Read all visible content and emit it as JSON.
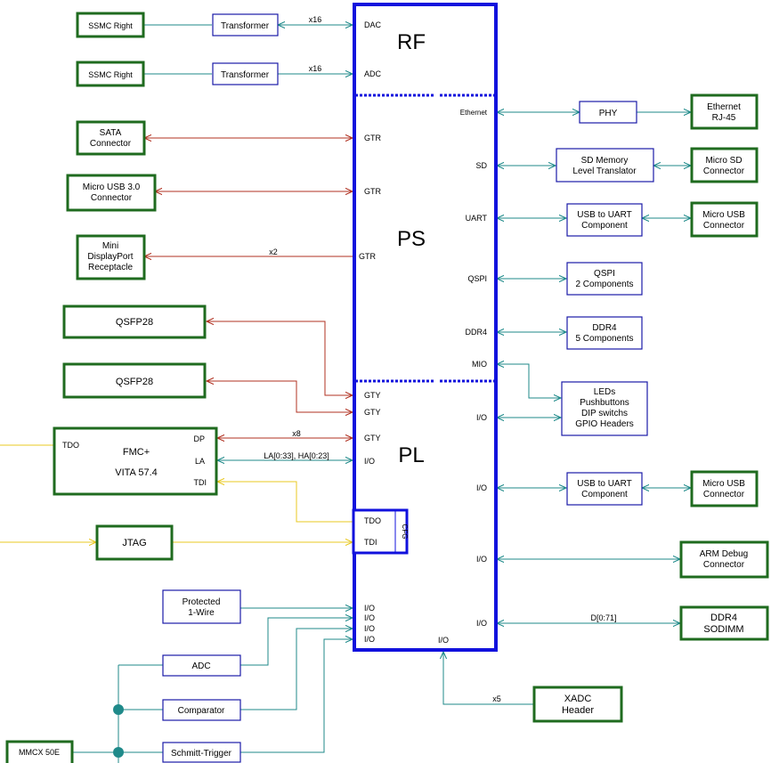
{
  "colors": {
    "teal": "#1f8a8a",
    "red": "#b03020",
    "yellow": "#e8c820",
    "green": "#1f6b1f",
    "blue": "#1111dd"
  },
  "regions": {
    "rf": "RF",
    "ps": "PS",
    "pl": "PL"
  },
  "cfg_block": {
    "label": "CFG",
    "tdo": "TDO",
    "tdi": "TDI"
  },
  "left": {
    "ssmc_1": "SSMC Right",
    "ssmc_2": "SSMC Right",
    "transformer_1": "Transformer",
    "transformer_2": "Transformer",
    "sata": [
      "SATA",
      "Connector"
    ],
    "micro_usb3": [
      "Micro USB 3.0",
      "Connector"
    ],
    "mini_dp": [
      "Mini",
      "DisplayPort",
      "Receptacle"
    ],
    "qsfp_1": "QSFP28",
    "qsfp_2": "QSFP28",
    "fmc": {
      "title": "FMC+",
      "subtitle": "VITA 57.4",
      "tdo": "TDO",
      "dp": "DP",
      "la": "LA",
      "tdi": "TDI"
    },
    "jtag": "JTAG",
    "protected_1wire": [
      "Protected",
      "1-Wire"
    ],
    "adc": "ADC",
    "comparator": "Comparator",
    "schmitt": "Schmitt-Trigger",
    "mmcx": "MMCX 50E"
  },
  "right": {
    "phy": "PHY",
    "ethernet": [
      "Ethernet",
      "RJ-45"
    ],
    "sd_translator": [
      "SD Memory",
      "Level Translator"
    ],
    "micro_sd": [
      "Micro SD",
      "Connector"
    ],
    "usb_uart_1": [
      "USB to UART",
      "Component"
    ],
    "micro_usb_1": [
      "Micro USB",
      "Connector"
    ],
    "qspi": [
      "QSPI",
      "2 Components"
    ],
    "ddr4": [
      "DDR4",
      "5 Components"
    ],
    "leds": [
      "LEDs",
      "Pushbuttons",
      "DIP switchs",
      "GPIO Headers"
    ],
    "usb_uart_2": [
      "USB to UART",
      "Component"
    ],
    "micro_usb_2": [
      "Micro USB",
      "Connector"
    ],
    "arm_debug": [
      "ARM Debug",
      "Connector"
    ],
    "ddr4_sodimm": [
      "DDR4",
      "SODIMM"
    ],
    "xadc": [
      "XADC",
      "Header"
    ]
  },
  "ports": {
    "dac": "DAC",
    "adc": "ADC",
    "gtr_1": "GTR",
    "gtr_2": "GTR",
    "gtr_3": "GTR",
    "gty_1": "GTY",
    "gty_2": "GTY",
    "gty_3": "GTY",
    "io_la": "I/O",
    "io_1": "I/O",
    "io_2": "I/O",
    "io_3": "I/O",
    "io_4": "I/O",
    "io_bottom": "I/O",
    "ethernet": "Ethernet",
    "sd": "SD",
    "uart": "UART",
    "qspi": "QSPI",
    "ddr4": "DDR4",
    "mio": "MIO",
    "io_r1": "I/O",
    "io_r2": "I/O",
    "io_r3": "I/O",
    "io_r4": "I/O"
  },
  "labels": {
    "x16_dac": "x16",
    "x16_adc": "x16",
    "x2": "x2",
    "x8": "x8",
    "la_bus": "LA[0:33], HA[0:23]",
    "d_bus": "D[0:71]",
    "x5": "x5"
  }
}
